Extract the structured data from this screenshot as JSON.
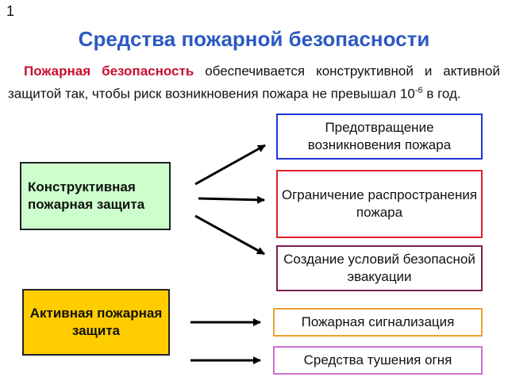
{
  "slide_number": "1",
  "title": "Средства пожарной безопасности",
  "intro": {
    "highlight": "Пожарная безопасность",
    "text_before_exp": " обеспечивается конструктивной и активной защитой так, чтобы риск возникновения пожара не превышал 10",
    "exponent": "-6",
    "text_after_exp": " в год."
  },
  "sources": {
    "constructive": "Конструктивная пожарная защита",
    "active": "Активная пожарная защита"
  },
  "targets": {
    "prevention": "Предотвращение возникновения пожара",
    "limitation": "Ограничение распространения пожара",
    "evacuation": "Создание условий безопасной эвакуации",
    "alarm": "Пожарная сигнализация",
    "extinguishing": "Средства тушения огня"
  },
  "colors": {
    "title": "#2b59c3",
    "highlight": "#c8102e",
    "constructive_fill": "#ccffcc",
    "active_fill": "#ffcc00",
    "prevention_border": "#1f37d6",
    "limitation_border": "#e0202a",
    "evacuation_border": "#7a2050",
    "alarm_border": "#f0a030",
    "extinguishing_border": "#d070d0"
  }
}
